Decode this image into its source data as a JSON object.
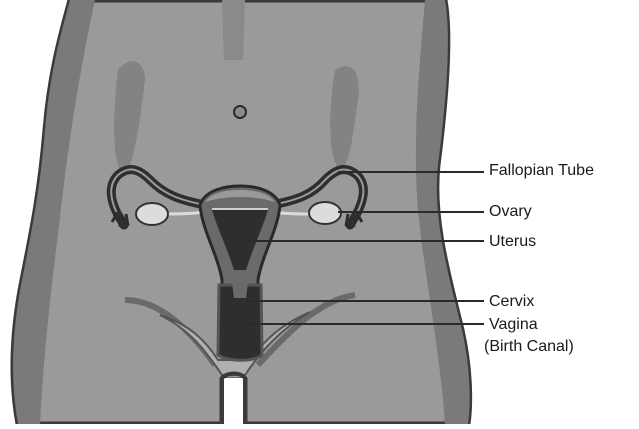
{
  "labels": {
    "fallopian_tube": "Fallopian Tube",
    "ovary": "Ovary",
    "uterus": "Uterus",
    "cervix": "Cervix",
    "vagina_line1": "Vagina",
    "vagina_line2": "(Birth Canal)"
  },
  "colors": {
    "body_fill": "#9a9a9a",
    "body_outline": "#3a3a3a",
    "shadow": "#808080",
    "highlight": "#b8b8b8",
    "organ_dark": "#2e2e2e",
    "organ_mid": "#6a6a6a",
    "ovary_fill": "#dcdcdc",
    "leader_line": "#2a2a2a"
  }
}
